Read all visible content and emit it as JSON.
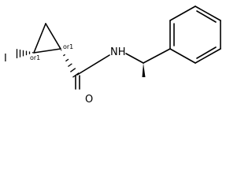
{
  "atoms": {
    "iodine": "I",
    "nitrogen_hydrogen": "NH",
    "oxygen": "O"
  },
  "stereo_labels": {
    "c1": "or1",
    "c2": "or1"
  }
}
